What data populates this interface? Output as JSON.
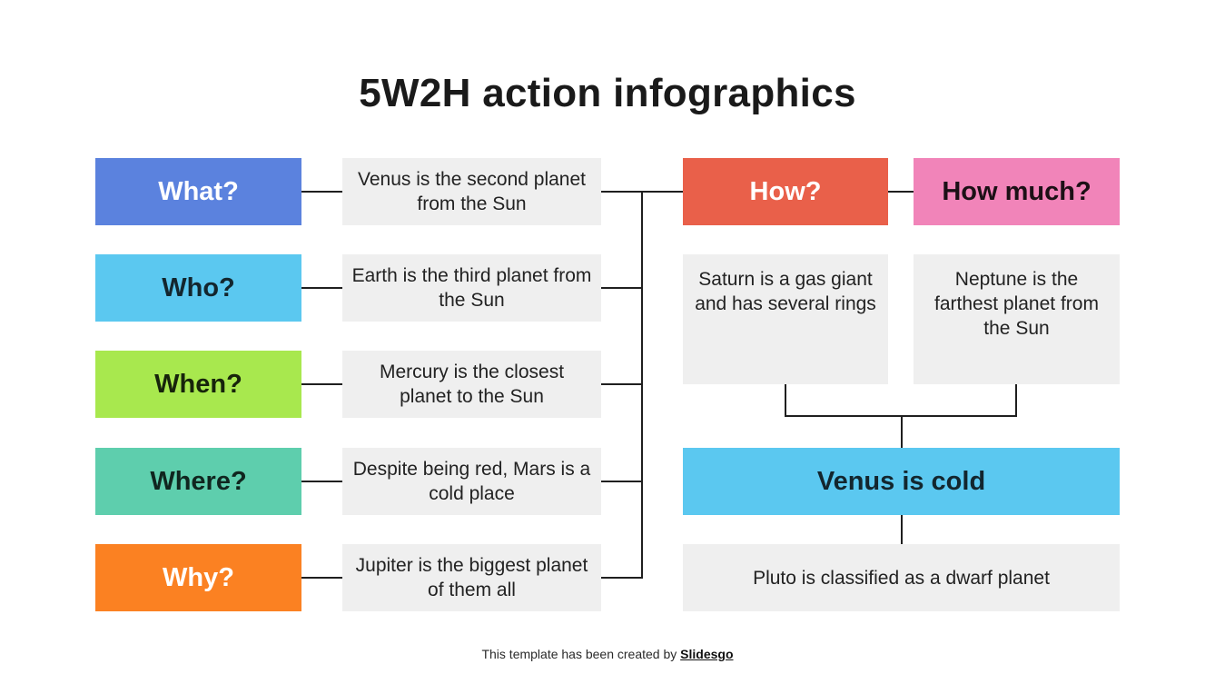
{
  "title": "5W2H action infographics",
  "colors": {
    "what": "#5b82de",
    "who": "#5bc8f0",
    "when": "#a8e84e",
    "where": "#5ecead",
    "why": "#fb8122",
    "how": "#e9604a",
    "how_much": "#f184b9",
    "result": "#5bc8f0",
    "desc_bg": "#efefef",
    "line": "#1f1f1f"
  },
  "left_rows": [
    {
      "label": "What?",
      "text": "Venus is the second planet from the Sun"
    },
    {
      "label": "Who?",
      "text": "Earth is the third planet from the Sun"
    },
    {
      "label": "When?",
      "text": "Mercury is the closest planet to the Sun"
    },
    {
      "label": "Where?",
      "text": "Despite being red, Mars is a cold place"
    },
    {
      "label": "Why?",
      "text": "Jupiter is the biggest planet of them all"
    }
  ],
  "right": {
    "how": {
      "label": "How?",
      "text": "Saturn is a gas giant and has several rings"
    },
    "how_much": {
      "label": "How much?",
      "text": "Neptune is the farthest planet from the Sun"
    },
    "result": {
      "label": "Venus is cold",
      "text": "Pluto is classified as a dwarf planet"
    }
  },
  "footer": {
    "prefix": "This template has been created by",
    "brand": "Slidesgo"
  }
}
